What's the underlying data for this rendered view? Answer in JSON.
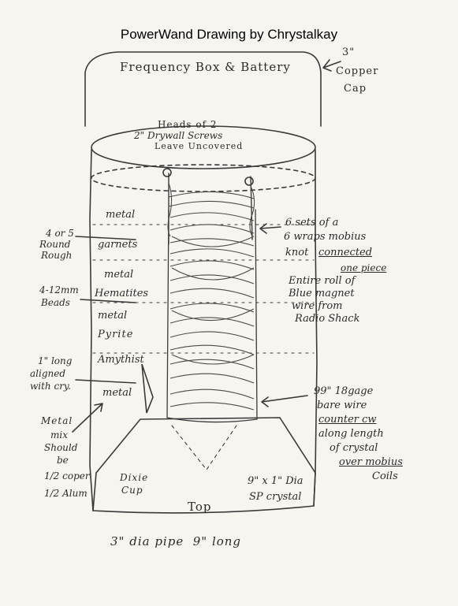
{
  "header": {
    "title": "PowerWand Drawing by Chrystalkay"
  },
  "top_labels": {
    "frequency_box": "Frequency Box & Battery",
    "copper_cap_1": "3\"",
    "copper_cap_2": "Copper",
    "copper_cap_3": "Cap",
    "heads_1": "Heads of 2",
    "heads_2": "2\" Drywall Screws",
    "heads_3": "Leave Uncovered"
  },
  "layers": [
    {
      "label": "metal"
    },
    {
      "label": "garnets"
    },
    {
      "label": "metal"
    },
    {
      "label": "Hematites"
    },
    {
      "label": "metal"
    },
    {
      "label": "Pyrite"
    },
    {
      "label": "Amythist"
    },
    {
      "label": "metal"
    }
  ],
  "left_notes": {
    "garnet_1": "4 or 5",
    "garnet_2": "Round",
    "garnet_3": "Rough",
    "beads_1": "4-12mm",
    "beads_2": "Beads",
    "crystal_1": "1\" long",
    "crystal_2": "aligned",
    "crystal_3": "with cry.",
    "mix_1": "Metal",
    "mix_2": "mix",
    "mix_3": "Should",
    "mix_4": "be",
    "mix_5": "1/2 coper",
    "mix_6": "1/2 Alum"
  },
  "right_notes": {
    "mobius_1": "6 sets of a",
    "mobius_2": "6 wraps mobius",
    "mobius_3": "knot",
    "mobius_4": "connected",
    "mobius_5": "one piece",
    "roll_1": "Entire roll of",
    "roll_2": "Blue magnet",
    "roll_3": "wire from",
    "roll_4": "Radio Shack",
    "wire_1": "99\" 18gage",
    "wire_2": "bare wire",
    "wire_3": "counter cw",
    "wire_4": "along length",
    "wire_5": "of crystal",
    "wire_6": "over mobius",
    "wire_7": "Coils"
  },
  "bottom_labels": {
    "dixie_1": "Dixie",
    "dixie_2": "Cup",
    "crystal_1": "9\" x 1\" Dia",
    "crystal_2": "SP crystal",
    "top": "Top",
    "pipe": "3\" dia pipe  9\" long"
  },
  "colors": {
    "pencil": "#2b2b2b",
    "paper": "#f7f5f0"
  }
}
